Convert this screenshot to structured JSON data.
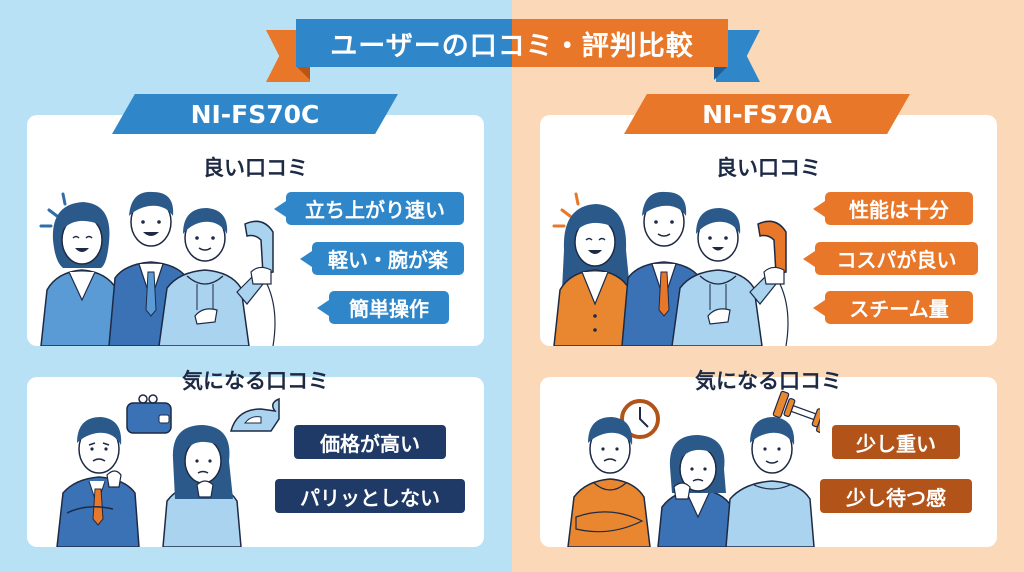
{
  "title": "ユーザーの口コミ・評判比較",
  "colors": {
    "left_bg": "#b9e1f6",
    "right_bg": "#fbd9b8",
    "blue_accent": "#2f86c9",
    "orange_accent": "#e8772a",
    "navy": "#1f3a66",
    "brown": "#b2541a",
    "heading_text": "#1e2a44"
  },
  "products": [
    {
      "name": "NI-FS70C",
      "good_heading": "良い口コミ",
      "good_reviews": [
        "立ち上がり速い",
        "軽い・腕が楽",
        "簡単操作"
      ],
      "concern_heading": "気になる口コミ",
      "concern_reviews": [
        "価格が高い",
        "パリッとしない"
      ],
      "good_illustration": "three-happy-people-with-steamer-icon",
      "concern_illustration": "two-worried-people-wallet-iron-icon"
    },
    {
      "name": "NI-FS70A",
      "good_heading": "良い口コミ",
      "good_reviews": [
        "性能は十分",
        "コスパが良い",
        "スチーム量"
      ],
      "concern_heading": "気になる口コミ",
      "concern_reviews": [
        "少し重い",
        "少し待つ感"
      ],
      "good_illustration": "three-happy-people-with-steamer-icon",
      "concern_illustration": "three-worried-people-clock-dumbbell-icon"
    }
  ]
}
